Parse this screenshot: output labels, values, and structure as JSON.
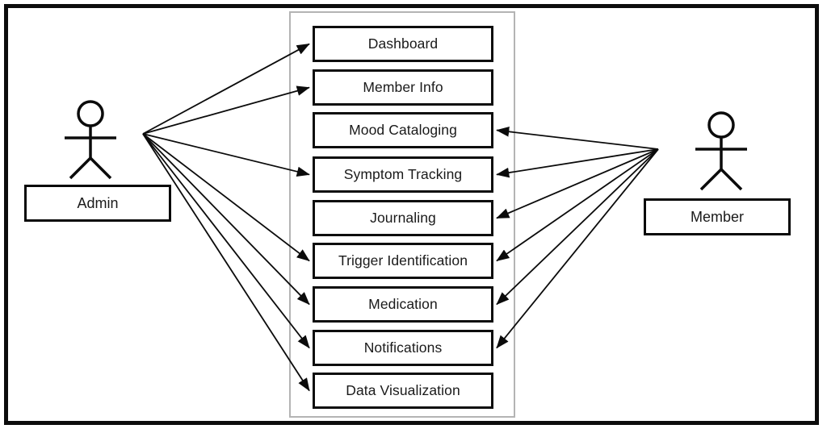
{
  "diagram": {
    "type": "uml-use-case-diagram",
    "title": "",
    "background_color": "#ffffff",
    "outline_color": "#0c0c0c",
    "system_boundary_color": "#b4b4b4",
    "box_border_color": "#0d0d0d",
    "text_color": "#1a1a1a"
  },
  "actors": [
    {
      "id": "admin",
      "label": "Admin",
      "side": "left"
    },
    {
      "id": "member",
      "label": "Member",
      "side": "right"
    }
  ],
  "use_cases": [
    {
      "id": "dashboard",
      "label": "Dashboard"
    },
    {
      "id": "member-info",
      "label": "Member Info"
    },
    {
      "id": "mood-cataloging",
      "label": "Mood Cataloging"
    },
    {
      "id": "symptom-tracking",
      "label": "Symptom Tracking"
    },
    {
      "id": "journaling",
      "label": "Journaling"
    },
    {
      "id": "trigger-identification",
      "label": "Trigger Identification"
    },
    {
      "id": "medication",
      "label": "Medication"
    },
    {
      "id": "notifications",
      "label": "Notifications"
    },
    {
      "id": "data-visualization",
      "label": "Data Visualization"
    }
  ],
  "associations": {
    "admin": [
      "dashboard",
      "member-info",
      "symptom-tracking",
      "trigger-identification",
      "medication",
      "notifications",
      "data-visualization"
    ],
    "member": [
      "mood-cataloging",
      "symptom-tracking",
      "journaling",
      "trigger-identification",
      "medication",
      "notifications"
    ]
  }
}
